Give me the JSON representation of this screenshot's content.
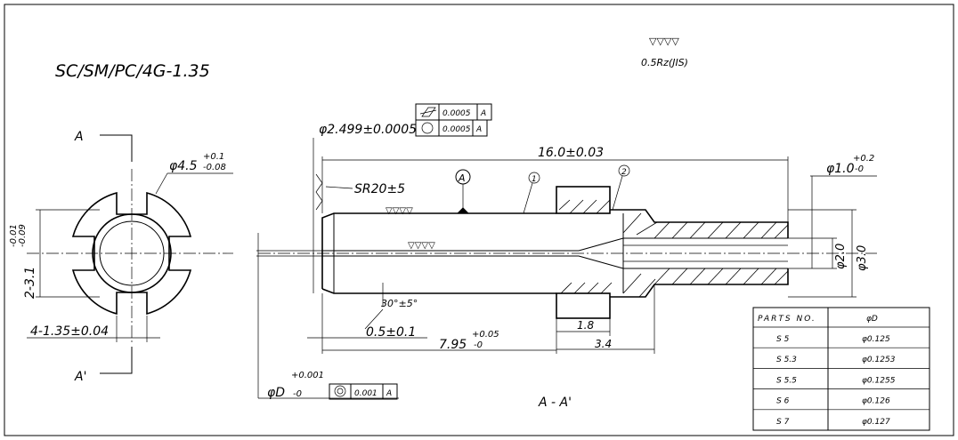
{
  "title_code": "SC/SM/PC/4G-1.35",
  "surface_finish": {
    "symbol": "▽▽▽▽",
    "note": "0.5Rz(JIS)"
  },
  "end_view": {
    "section_label_top": "A",
    "section_label_bottom": "A'",
    "outer_dia": "φ4.5",
    "outer_dia_tol_upper": "+0.1",
    "outer_dia_tol_lower": "-0.08",
    "slot_width_dim": "2-3.1",
    "slot_width_tol_upper": "-0.01",
    "slot_width_tol_lower": "-0.09",
    "slot_depth_dim": "4-1.35±0.04"
  },
  "side_view": {
    "bore_dia": "φ2.499±0.0005",
    "gdt_cylindricity_value": "0.0005",
    "gdt_cylindricity_datum": "A",
    "gdt_circularity_value": "0.0005",
    "gdt_circularity_datum": "A",
    "overall_length": "16.0±0.03",
    "sphere_radius": "SR20±5",
    "datum_label": "A",
    "balloon_1": "1",
    "balloon_2": "2",
    "tail_dia": "φ1.0",
    "tail_dia_tol_upper": "+0.2",
    "tail_dia_tol_lower": "-0",
    "inner_dia_2": "φ2.0",
    "outer_dia_3": "φ3.0",
    "chamfer_angle": "30°±5°",
    "chamfer_length": "0.5±0.1",
    "flange_length": "1.8",
    "tail_length": "3.4",
    "ferrule_length": "7.95",
    "ferrule_length_tol_upper": "+0.05",
    "ferrule_length_tol_lower": "-0",
    "hole_dia": "φD",
    "hole_tol_upper": "+0.001",
    "hole_tol_lower": "-0",
    "gdt_concentricity_value": "0.001",
    "gdt_concentricity_datum": "A",
    "section_caption": "A - A'"
  },
  "parts_table": {
    "headers": [
      "PARTS NO.",
      "φD"
    ],
    "rows": [
      [
        "S 5",
        "φ0.125"
      ],
      [
        "S 5.3",
        "φ0.1253"
      ],
      [
        "S 5.5",
        "φ0.1255"
      ],
      [
        "S 6",
        "φ0.126"
      ],
      [
        "S 7",
        "φ0.127"
      ]
    ]
  }
}
